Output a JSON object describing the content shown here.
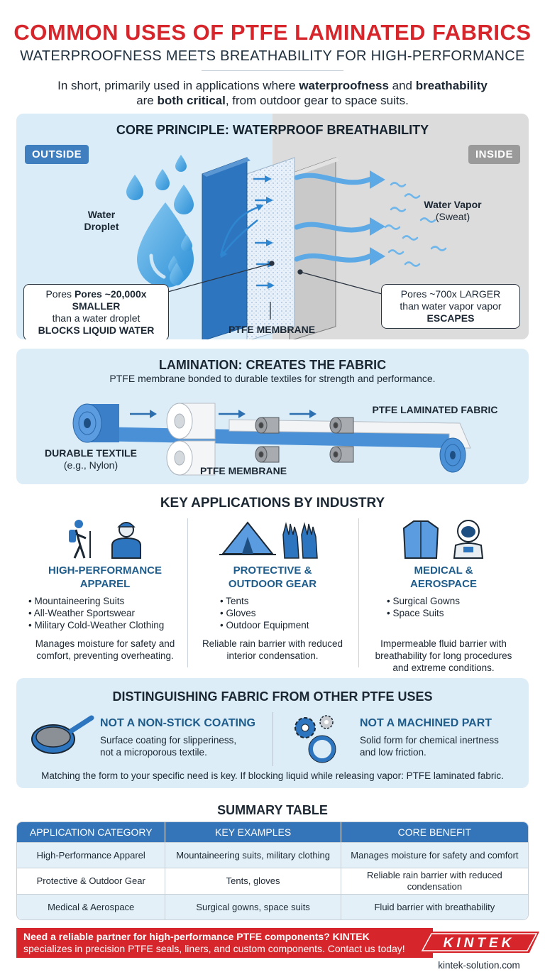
{
  "header": {
    "title": "COMMON USES OF PTFE LAMINATED FABRICS",
    "subtitle": "WATERPROOFNESS MEETS BREATHABILITY FOR HIGH-PERFORMANCE",
    "intro_1": "In short, primarily used in applications where ",
    "intro_bold_1": "waterproofness",
    "intro_2": " and ",
    "intro_bold_2": "breathability",
    "intro_3": " are ",
    "intro_bold_3": "both critical",
    "intro_4": ", from outdoor gear to space suits."
  },
  "core": {
    "title": "CORE PRINCIPLE: WATERPROOF BREATHABILITY",
    "outside_tag": "OUTSIDE",
    "inside_tag": "INSIDE",
    "water_droplet_1": "Water",
    "water_droplet_2": "Droplet",
    "vapor_1": "Water Vapor",
    "vapor_2": "(Sweat)",
    "left_box_1": "Pores ~20,000x SMALLER",
    "left_box_2": "than a water droplet",
    "left_box_3": "BLOCKS LIQUID WATER",
    "right_box_1": "Pores ~700x LARGER",
    "right_box_2": "than water vapor vapor",
    "right_box_3": "ESCAPES",
    "membrane_label": "PTFE MEMBRANE"
  },
  "lamination": {
    "title": "LAMINATION: CREATES THE FABRIC",
    "subtitle": "PTFE membrane bonded to durable textiles for strength and performance.",
    "output_label": "PTFE LAMINATED FABRIC",
    "textile_label": "DURABLE TEXTILE",
    "textile_example": "(e.g., Nylon)",
    "membrane_label": "PTFE MEMBRANE"
  },
  "applications": {
    "title": "KEY APPLICATIONS BY INDUSTRY",
    "columns": [
      {
        "heading_1": "HIGH-PERFORMANCE",
        "heading_2": "APPAREL",
        "items": [
          "Mountaineering Suits",
          "All-Weather Sportswear",
          "Military Cold-Weather Clothing"
        ],
        "desc_1": "Manages moisture for safety and",
        "desc_2": "comfort, preventing overheating."
      },
      {
        "heading_1": "PROTECTIVE &",
        "heading_2": "OUTDOOR GEAR",
        "items": [
          "Tents",
          "Gloves",
          "Outdoor Equipment"
        ],
        "desc_1": "Reliable rain barrier with reduced",
        "desc_2": "interior condensation."
      },
      {
        "heading_1": "MEDICAL &",
        "heading_2": "AEROSPACE",
        "items": [
          "Surgical Gowns",
          "Space Suits"
        ],
        "desc_1": "Impermeable fluid barrier with",
        "desc_2": "breathability for long procedures",
        "desc_3": "and extreme conditions."
      }
    ]
  },
  "distinguish": {
    "title": "DISTINGUISHING FABRIC FROM OTHER PTFE USES",
    "left_heading": "NOT A NON-STICK COATING",
    "left_text_1": "Surface coating for slipperiness,",
    "left_text_2": "not a microporous textile.",
    "right_heading": "NOT A MACHINED PART",
    "right_text_1": "Solid form for chemical inertness",
    "right_text_2": "and low friction.",
    "footer": "Matching the form to your specific need is key. If blocking liquid while releasing vapor: PTFE laminated fabric."
  },
  "summary": {
    "title": "SUMMARY TABLE",
    "headers": [
      "APPLICATION CATEGORY",
      "KEY EXAMPLES",
      "CORE BENEFIT"
    ],
    "rows": [
      [
        "High-Performance Apparel",
        "Mountaineering suits, military clothing",
        "Manages moisture for safety and comfort"
      ],
      [
        "Protective & Outdoor Gear",
        "Tents, gloves",
        "Reliable rain barrier with reduced condensation"
      ],
      [
        "Medical & Aerospace",
        "Surgical gowns, space suits",
        "Fluid barrier with breathability"
      ]
    ]
  },
  "footer": {
    "banner_bold": "Need a reliable partner for high-performance PTFE components? KINTEK",
    "banner_text": "specializes in precision PTFE seals, liners, and custom components. Contact us today!",
    "logo_text": "KINTEK",
    "website": "kintek-solution.com"
  },
  "colors": {
    "title_red": "#d6262c",
    "accent_blue": "#3474b8",
    "heading_blue": "#1e5c8c",
    "panel_bg": "#dcedf8",
    "inside_grey": "#dcdcdc"
  }
}
